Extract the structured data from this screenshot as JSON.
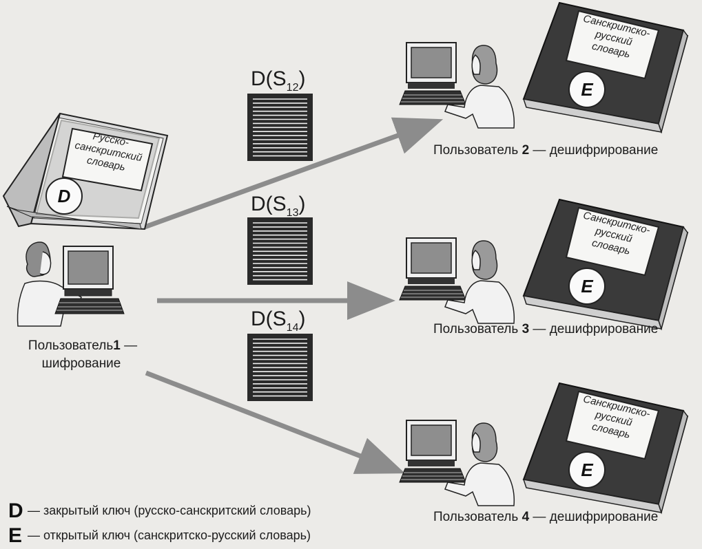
{
  "sender": {
    "book": {
      "lines": [
        "Русско-",
        "санскритский",
        "словарь"
      ],
      "key": "D"
    },
    "label_line1_prefix": "Пользователь",
    "label_line1_num": "1",
    "label_line1_suffix": " —",
    "label_line2": "шифрование"
  },
  "messages": [
    {
      "prefix": "D(S",
      "sub": "12",
      "suffix": ")"
    },
    {
      "prefix": "D(S",
      "sub": "13",
      "suffix": ")"
    },
    {
      "prefix": "D(S",
      "sub": "14",
      "suffix": ")"
    }
  ],
  "receivers": [
    {
      "label_prefix": "Пользователь ",
      "label_num": "2",
      "label_suffix": " — дешифрирование",
      "book": {
        "lines": [
          "Санскритско-",
          "русский",
          "словарь"
        ],
        "key": "E"
      }
    },
    {
      "label_prefix": "Пользователь ",
      "label_num": "3",
      "label_suffix": " — дешифрирование",
      "book": {
        "lines": [
          "Санскритско-",
          "русский",
          "словарь"
        ],
        "key": "E"
      }
    },
    {
      "label_prefix": "Пользователь ",
      "label_num": "4",
      "label_suffix": " — дешифрирование",
      "book": {
        "lines": [
          "Санскритско-",
          "русский",
          "словарь"
        ],
        "key": "E"
      }
    }
  ],
  "legend": [
    {
      "key": "D",
      "text": "— закрытый ключ (русско-санскритский словарь)"
    },
    {
      "key": "E",
      "text": "— открытый ключ (санскритско-русский словарь)"
    }
  ],
  "colors": {
    "arrow": "#8c8c8c",
    "book_cover": "#3a3a3a",
    "screen": "#8e8e8e",
    "ink": "#1c1c1c"
  }
}
